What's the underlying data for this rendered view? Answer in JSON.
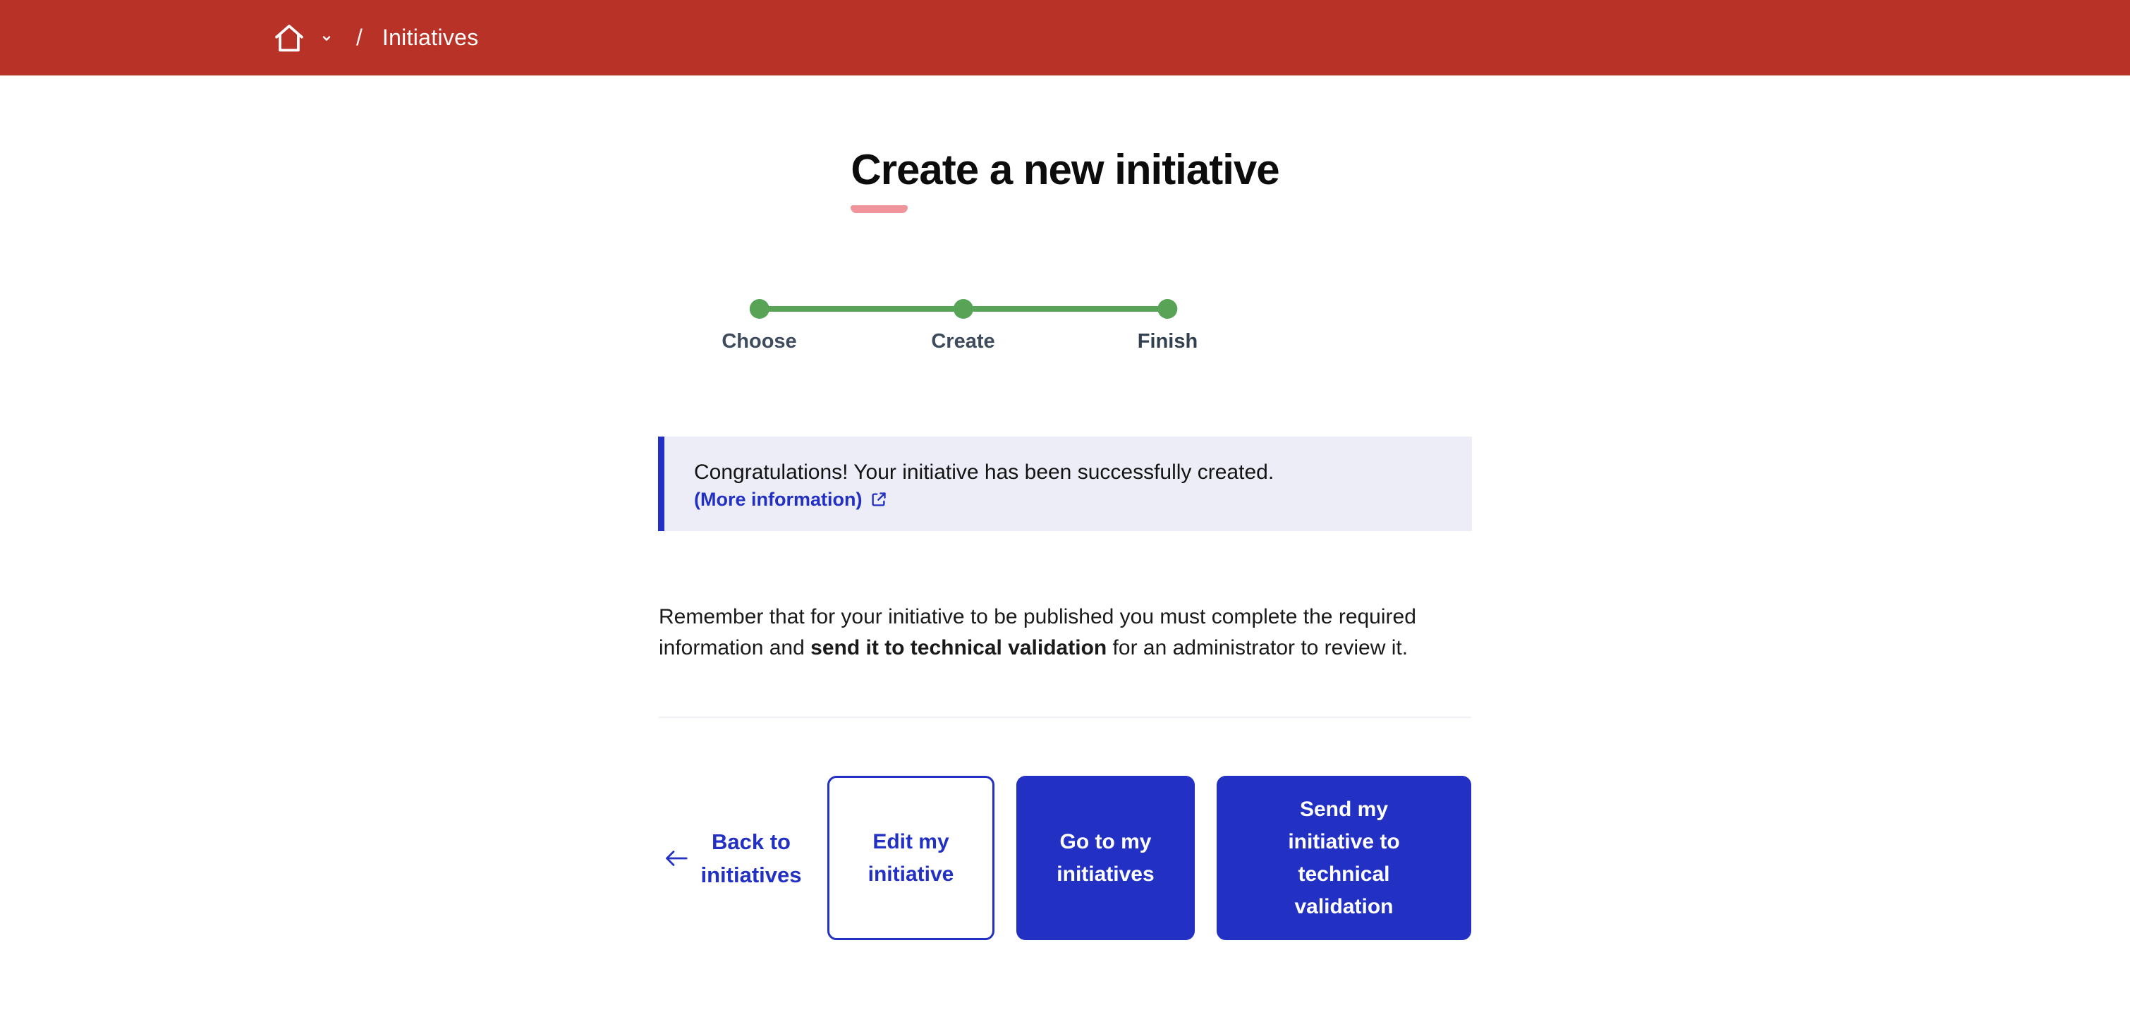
{
  "header": {
    "background_color": "#b83228",
    "breadcrumb": {
      "home_icon": "home-icon",
      "home_menu_icon": "chevron-down-icon",
      "separator": "/",
      "current_page": "Initiatives"
    }
  },
  "page": {
    "title": "Create a new initiative"
  },
  "stepper": {
    "accent_color": "#57a457",
    "current_step": "Finish",
    "steps": [
      {
        "label": "Choose"
      },
      {
        "label": "Create"
      },
      {
        "label": "Finish"
      }
    ]
  },
  "alert": {
    "background_color": "#ecedf7",
    "accent_color": "#2230c4",
    "message": "Congratulations! Your initiative has been successfully created.",
    "link_label": "(More information)",
    "link_icon": "external-link-icon"
  },
  "note": {
    "before_bold": "Remember that for your initiative to be published you must complete the required information and ",
    "bold": "send it to technical validation",
    "after_bold": " for an administrator to review it."
  },
  "actions": {
    "back": {
      "label": "Back to\ninitiatives",
      "icon": "arrow-left-icon"
    },
    "edit": {
      "label": "Edit my\ninitiative"
    },
    "go_to": {
      "label": "Go to my\ninitiatives"
    },
    "send": {
      "label": "Send my\ninitiative to\ntechnical\nvalidation"
    }
  },
  "theme": {
    "header_red": "#b83228",
    "primary_blue": "#2230c4",
    "success_green": "#57a457",
    "title_underline_pink": "#f0949b"
  }
}
